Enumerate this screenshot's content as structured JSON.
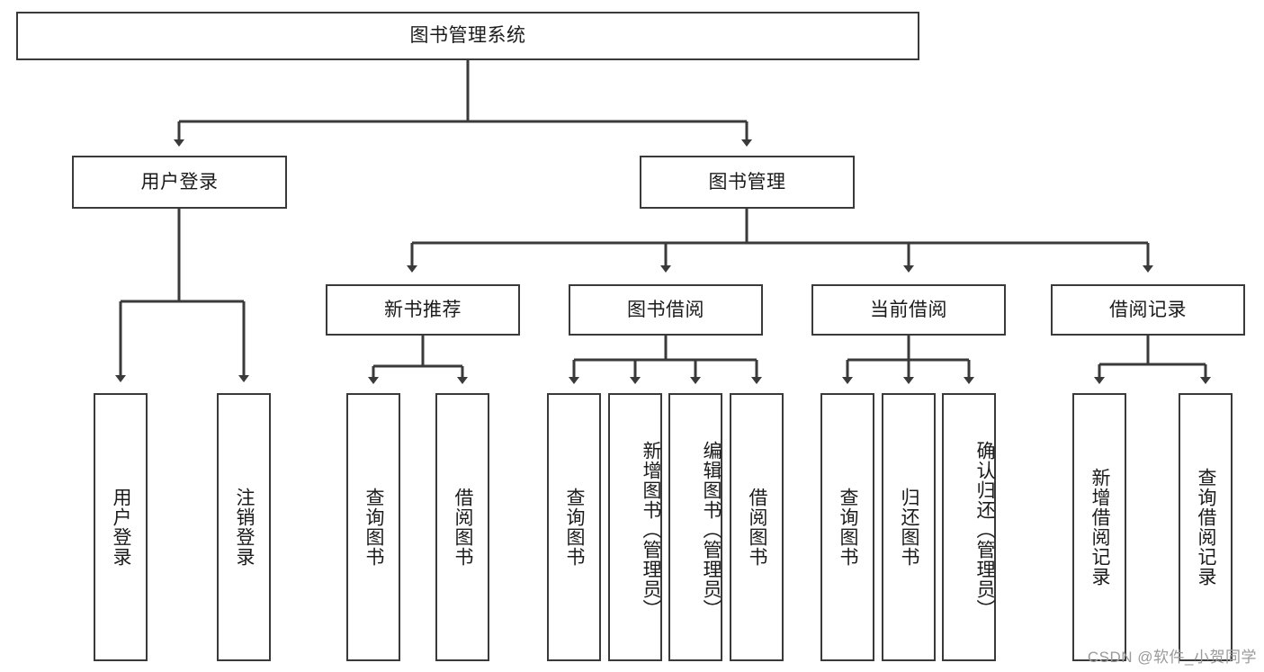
{
  "diagram": {
    "type": "tree",
    "title": "图书管理系统",
    "root": {
      "label": "图书管理系统"
    },
    "level2": [
      {
        "label": "用户登录"
      },
      {
        "label": "图书管理"
      }
    ],
    "level3": [
      {
        "label": "新书推荐"
      },
      {
        "label": "图书借阅"
      },
      {
        "label": "当前借阅"
      },
      {
        "label": "借阅记录"
      }
    ],
    "leaves": [
      {
        "label": "用户登录",
        "parent": "用户登录"
      },
      {
        "label": "注销登录",
        "parent": "用户登录"
      },
      {
        "label": "查询图书",
        "parent": "新书推荐"
      },
      {
        "label": "借阅图书",
        "parent": "新书推荐"
      },
      {
        "label": "查询图书",
        "parent": "图书借阅"
      },
      {
        "label": "新增图书（管理员）",
        "parent": "图书借阅"
      },
      {
        "label": "编辑图书（管理员）",
        "parent": "图书借阅"
      },
      {
        "label": "借阅图书",
        "parent": "图书借阅"
      },
      {
        "label": "查询图书",
        "parent": "当前借阅"
      },
      {
        "label": "归还图书",
        "parent": "当前借阅"
      },
      {
        "label": "确认归还（管理员）",
        "parent": "当前借阅"
      },
      {
        "label": "新增借阅记录",
        "parent": "借阅记录"
      },
      {
        "label": "查询借阅记录",
        "parent": "借阅记录"
      }
    ]
  },
  "watermark": {
    "text": "CSDN @软件_小贺同学"
  },
  "colors": {
    "stroke": "#3a3a3a",
    "box_fill": "#ffffff",
    "text": "#1b1b1b",
    "watermark": "#9a9a9a"
  }
}
